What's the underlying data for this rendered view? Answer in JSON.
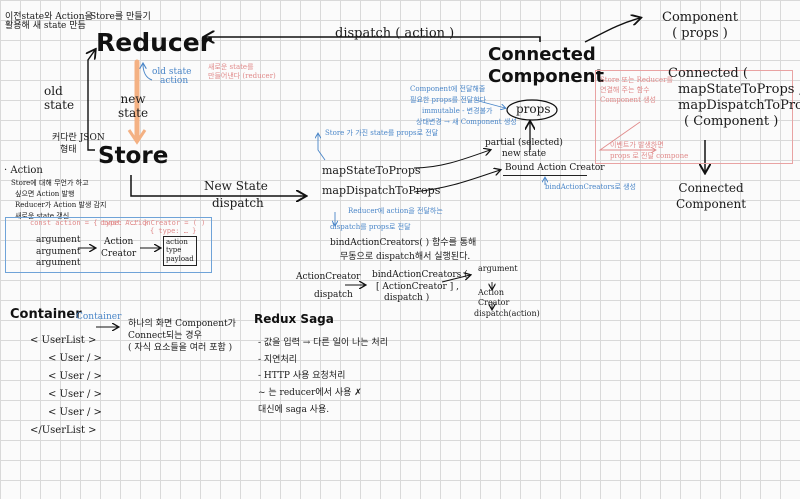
{
  "labels": {
    "reducer_note1": "이전state와 Action을",
    "reducer_note2": "활용해 새 state 만듬",
    "store_make": "Store를 만들기",
    "reducer": "Reducer",
    "dispatch_action": "dispatch ( action )",
    "connected_component_1": "Connected",
    "connected_component_2": "Component",
    "component_props_1": "Component",
    "component_props_2": "( props )",
    "old_state_left": "old",
    "old_state_left2": "state",
    "old_state_right1": "old state",
    "old_state_right2": "action",
    "pink_note1": "새로운 state를",
    "pink_note2": "만들어낸다 (reducer)",
    "new_state_1": "new",
    "new_state_2": "state",
    "store": "Store",
    "json_note1": "커다란 JSON",
    "json_note2": "형태",
    "new_state_dispatch_1": "New State",
    "new_state_dispatch_2": "dispatch",
    "map_state": "mapStateToProps",
    "map_dispatch": "mapDispatchToProps",
    "blue_note_store": "Store 가 가진 state를 props로 전달",
    "blue_note_reducer": "Reducer에 action을 전달하는",
    "blue_note_dispatch": "dispatch를 props로 전달",
    "bind_action_1": "bindActionCreators( ) 함수를 통해",
    "bind_action_2": "무동으로 dispatch해서 실행된다.",
    "blue_note_props1": "Component에 전달해줄",
    "blue_note_props2": "필요한 props를 전달한다",
    "blue_note_props3": "immutable - 변경불가",
    "blue_note_props4": "상태변경 → 새 Component 생성",
    "props": "props",
    "partial_1": "partial (selected)",
    "partial_2": "new state",
    "bound_creator": "Bound Action Creator",
    "blue_note_bind": "bindActionCreators로 생성",
    "pink_box_1": "Store 또는 Reducer를",
    "pink_box_2": "연결해 주는 함수",
    "pink_box_3": "Component 생성",
    "pink_box_4": "이벤트가 발생하면",
    "pink_box_5": "props 로 전달 compone",
    "connected_fn_1": "Connected (",
    "connected_fn_2": "mapStateToProps ,",
    "connected_fn_3": "mapDispatchToProps )",
    "connected_fn_4": "( Component )",
    "connected_out_1": "Connected",
    "connected_out_2": "Component",
    "action_title": "Action",
    "action_line1": "Store에 대해 무언가 하고",
    "action_line2": "싶으면 Action 발행",
    "action_line3": "Reducer가 Action 발생 감지",
    "action_line4": "새로운 state 갱신",
    "action_code1": "const action = { type: '…' }",
    "action_code2": "const ActionCreator = ( )",
    "action_code3": "{ type: … }",
    "argument_1": "argument",
    "argument_2": "argument",
    "argument_3": "argument",
    "action_creator_1": "Action",
    "action_creator_2": "Creator",
    "action_type_1": "action",
    "action_type_2": "type",
    "action_type_3": "payload",
    "ac_label": "ActionCreator",
    "ac_dispatch": "dispatch",
    "bind_title": "bindActionCreators (",
    "bind_arg1": "[ ActionCreator ] ,",
    "bind_arg2": "dispatch",
    "bind_close": ")",
    "flow_arg": "argument",
    "flow_ac1": "Action",
    "flow_ac2": "Creator",
    "flow_dispatch": "dispatch(action)",
    "container_title": "Container",
    "container_tag": "Container",
    "container_note1": "하나의 화면 Component가",
    "container_note2": "Connect되는 경우",
    "container_note3": "( 자식 요소들을 여러 포함 )",
    "userlist_open": "< UserList >",
    "user_1": "< User / >",
    "user_2": "< User / >",
    "user_3": "< User / >",
    "user_4": "< User / >",
    "userlist_close": "</UserList >",
    "saga_title": "Redux Saga",
    "saga_1": "- 값을 입력 → 다른 일이 나는 처리",
    "saga_2": "- 지연처리",
    "saga_3": "- HTTP 사용 요청처리",
    "saga_4": "~ 는 reducer에서 사용 ✗",
    "saga_5": "대신에 saga 사용."
  },
  "colors": {
    "ink": "#1a1a1a",
    "blue": "#4a86c8",
    "pink": "#e08a8a",
    "orange": "#f4b183",
    "grid": "#d9d9d9"
  }
}
